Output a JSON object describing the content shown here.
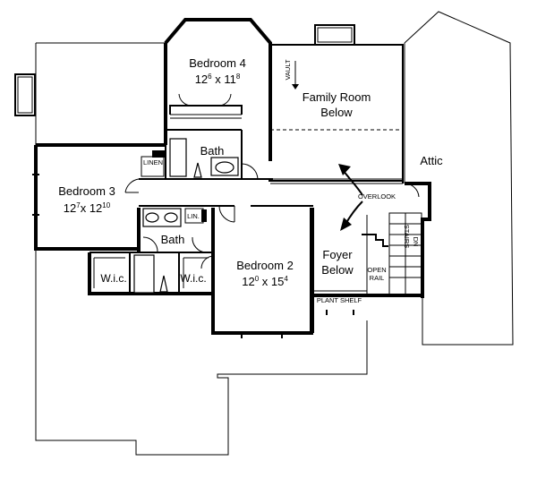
{
  "rooms": {
    "bedroom4": {
      "name": "Bedroom 4",
      "dim_w": "12",
      "dim_w_sup": "6",
      "sep": " x 11",
      "dim_h_sup": "8"
    },
    "bedroom3": {
      "name": "Bedroom 3",
      "dim_w": "12",
      "dim_w_sup": "7",
      "sep": "x 12",
      "dim_h_sup": "10"
    },
    "bedroom2": {
      "name": "Bedroom 2",
      "dim_w": "12",
      "dim_w_sup": "0",
      "sep": " x 15",
      "dim_h_sup": "4"
    },
    "family_room": {
      "line1": "Family Room",
      "line2": "Below"
    },
    "foyer": {
      "line1": "Foyer",
      "line2": "Below"
    },
    "bath_upper": "Bath",
    "bath_lower": "Bath",
    "attic": "Attic",
    "wic_left": "W.i.c.",
    "wic_right": "W.i.c."
  },
  "labels": {
    "linen": "LINEN",
    "lin": "LIN.",
    "vault": "VAULT",
    "overlook": "OVERLOOK",
    "open": "OPEN",
    "rail": "RAIL",
    "plant_shelf": "PLANT SHELF",
    "stairs": "STAIRS",
    "dn": "DN"
  }
}
